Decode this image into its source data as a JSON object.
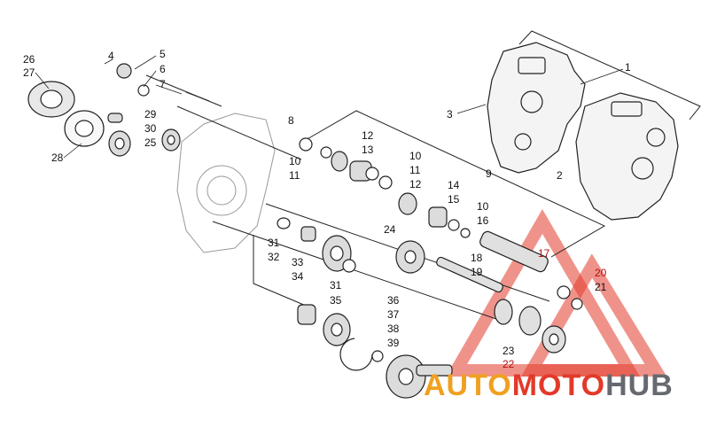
{
  "diagram": {
    "callouts": [
      {
        "id": "c1",
        "text": "1"
      },
      {
        "id": "c2",
        "text": "2"
      },
      {
        "id": "c3",
        "text": "3"
      },
      {
        "id": "c4",
        "text": "4"
      },
      {
        "id": "c5",
        "text": "5"
      },
      {
        "id": "c6",
        "text": "6"
      },
      {
        "id": "c7",
        "text": "7"
      },
      {
        "id": "c8",
        "text": "8"
      },
      {
        "id": "c9",
        "text": "9"
      },
      {
        "id": "c10a",
        "text": "10"
      },
      {
        "id": "c10b",
        "text": "10"
      },
      {
        "id": "c10c",
        "text": "10"
      },
      {
        "id": "c11a",
        "text": "11"
      },
      {
        "id": "c11b",
        "text": "11"
      },
      {
        "id": "c12a",
        "text": "12"
      },
      {
        "id": "c12b",
        "text": "12"
      },
      {
        "id": "c13",
        "text": "13"
      },
      {
        "id": "c14",
        "text": "14"
      },
      {
        "id": "c15",
        "text": "15"
      },
      {
        "id": "c16",
        "text": "16"
      },
      {
        "id": "c17",
        "text": "17"
      },
      {
        "id": "c18",
        "text": "18"
      },
      {
        "id": "c19",
        "text": "19"
      },
      {
        "id": "c20",
        "text": "20"
      },
      {
        "id": "c21",
        "text": "21"
      },
      {
        "id": "c22",
        "text": "22"
      },
      {
        "id": "c23",
        "text": "23"
      },
      {
        "id": "c24",
        "text": "24"
      },
      {
        "id": "c25",
        "text": "25"
      },
      {
        "id": "c26",
        "text": "26"
      },
      {
        "id": "c27",
        "text": "27"
      },
      {
        "id": "c28",
        "text": "28"
      },
      {
        "id": "c29",
        "text": "29"
      },
      {
        "id": "c30",
        "text": "30"
      },
      {
        "id": "c31a",
        "text": "31"
      },
      {
        "id": "c31b",
        "text": "31"
      },
      {
        "id": "c32",
        "text": "32"
      },
      {
        "id": "c33",
        "text": "33"
      },
      {
        "id": "c34",
        "text": "34"
      },
      {
        "id": "c35",
        "text": "35"
      },
      {
        "id": "c36",
        "text": "36"
      },
      {
        "id": "c37",
        "text": "37"
      },
      {
        "id": "c38",
        "text": "38"
      },
      {
        "id": "c39",
        "text": "39"
      }
    ]
  },
  "watermark": {
    "part1": "AUTO",
    "part2": "MOTO",
    "part3": "HUB",
    "colors": {
      "auto": "#f0a020",
      "moto": "#e23a2a",
      "hub": "#666a70",
      "triangle": "#e23a2a"
    }
  }
}
